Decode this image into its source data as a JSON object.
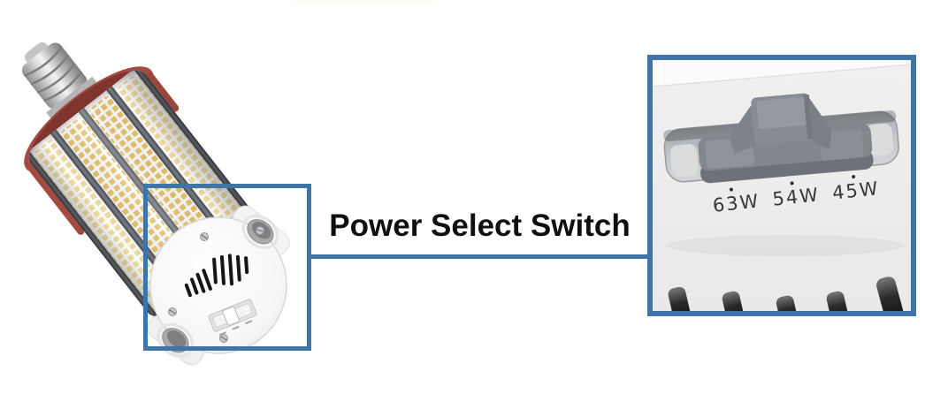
{
  "callout": {
    "label": "Power Select Switch"
  },
  "zoom_panel": {
    "wattage_options": [
      {
        "label": "63W"
      },
      {
        "label": "54W"
      },
      {
        "label": "45W"
      }
    ]
  },
  "colors": {
    "accent_blue": "#3E74A6",
    "panel_background": "#ECECEC",
    "switch_knob_gray": "#878C92",
    "collar_red": "#A34B41",
    "led_chip_yellow": "#E9C368",
    "label_text": "#101010"
  }
}
